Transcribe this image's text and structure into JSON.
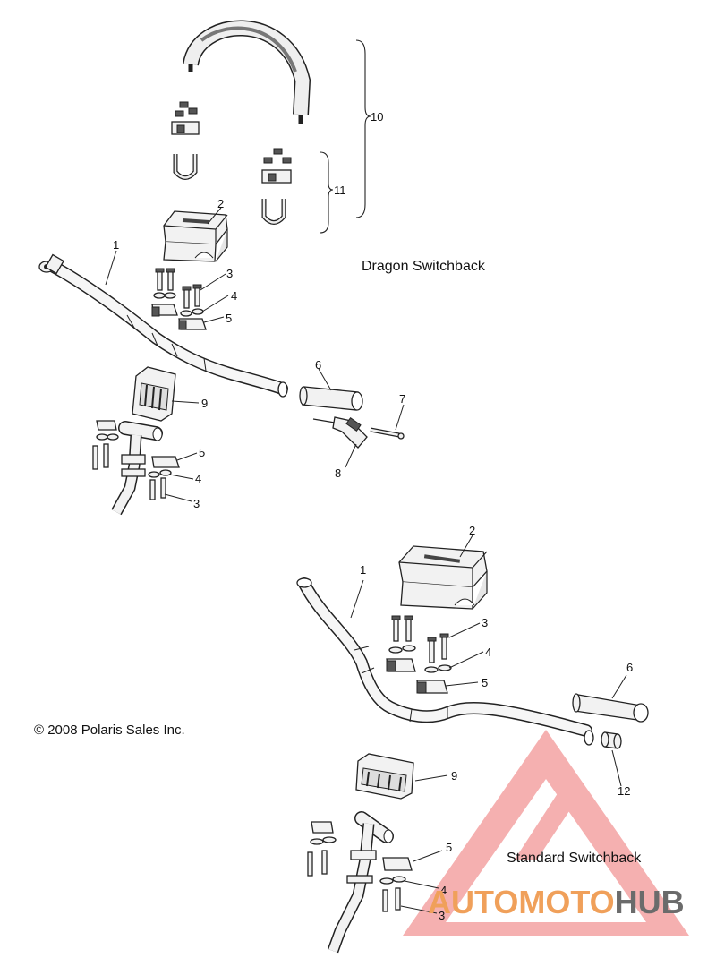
{
  "sections": {
    "dragon_title": "Dragon Switchback",
    "standard_title": "Standard Switchback",
    "copyright": "© 2008 Polaris Sales Inc."
  },
  "dragon_callouts": {
    "handlebar": "1",
    "pad": "2",
    "bolt": "3",
    "washer": "4",
    "clamp": "5",
    "grip": "6",
    "pin": "7",
    "throttle": "8",
    "riser_block": "9",
    "kit_10": "10",
    "kit_11": "11",
    "lower_clamp": "5",
    "lower_washer": "4",
    "lower_bolt": "3"
  },
  "standard_callouts": {
    "handlebar": "1",
    "pad": "2",
    "bolt": "3",
    "washer": "4",
    "clamp": "5",
    "grip": "6",
    "riser_block": "9",
    "plug": "12",
    "lower_clamp": "5",
    "lower_washer": "4",
    "lower_bolt": "3"
  },
  "watermark": {
    "part1": "AUTOMOTO",
    "part2": "HUB",
    "color1": "#f0a05a",
    "color2": "#6b6b6b",
    "triangle_color": "#f4a3a3"
  }
}
